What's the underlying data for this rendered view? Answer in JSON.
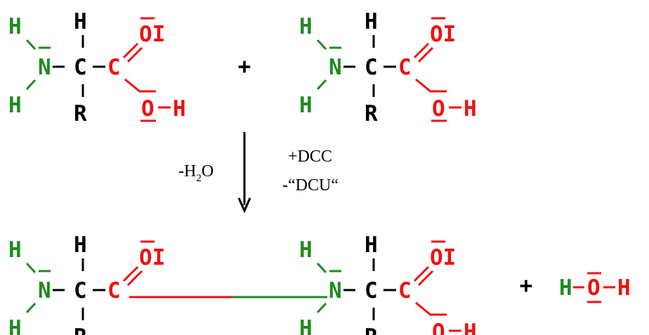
{
  "colors": {
    "background": "#ffffff",
    "nitrogen_group": "#1f8a1f",
    "carboxyl_group": "#ee1111",
    "carbon_backbone": "#000000"
  },
  "atoms": {
    "N": "N",
    "H": "H",
    "C": "C",
    "R": "R",
    "O": "O",
    "OI": "OI"
  },
  "plus_sign": "+",
  "reaction": {
    "water_loss": {
      "prefix": "-H",
      "subscript": "2",
      "suffix": "O"
    },
    "reagent_added": "+DCC",
    "byproduct_removed": "-“DCU“"
  },
  "water_product": {
    "left_h": "H",
    "o": "O",
    "right_h": "H"
  }
}
